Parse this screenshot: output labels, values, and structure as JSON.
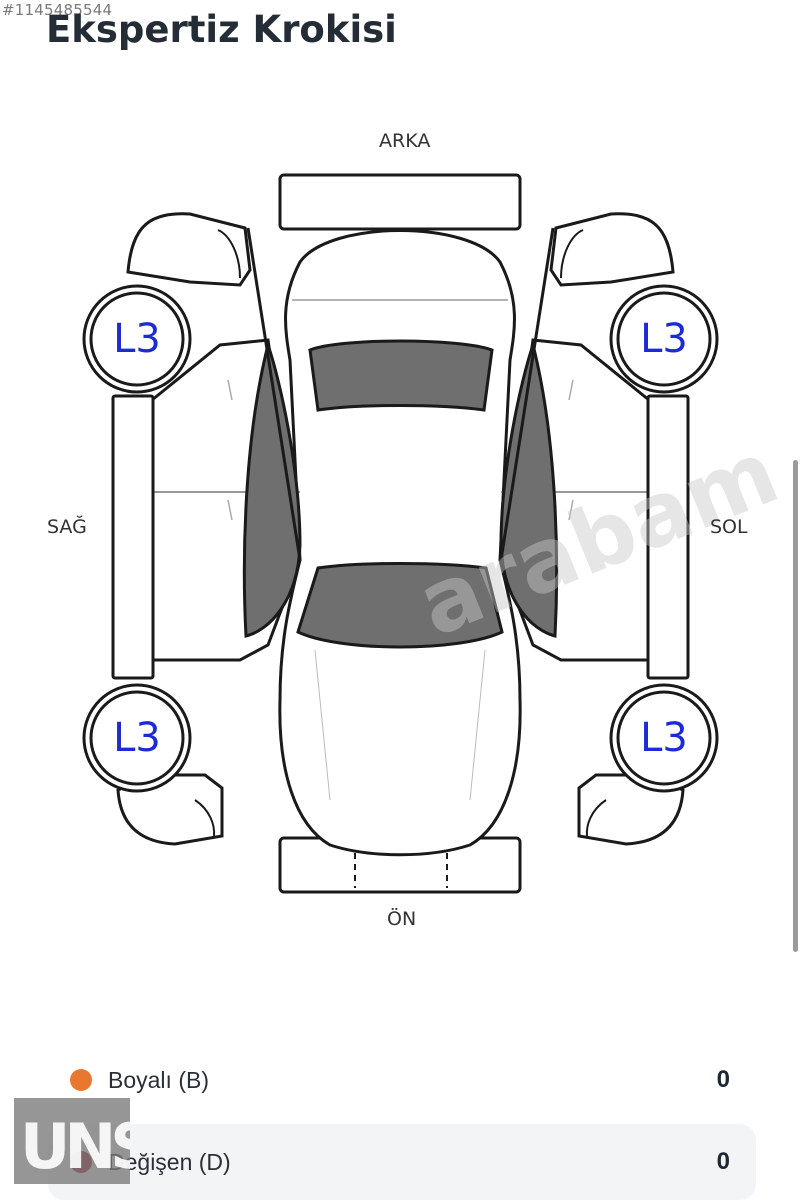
{
  "listing_id": "#1145485544",
  "title": "Ekspertiz Krokisi",
  "directions": {
    "top": "ARKA",
    "bottom": "ÖN",
    "left": "SAĞ",
    "right": "SOL"
  },
  "tires": {
    "rear_right": "L3",
    "rear_left": "L3",
    "front_right": "L3",
    "front_left": "L3"
  },
  "legend": [
    {
      "label": "Boyalı (B)",
      "count": "0",
      "color": "#e8782e"
    },
    {
      "label": "Değişen (D)",
      "count": "0",
      "color": "#a11d2a"
    }
  ],
  "watermark": "arabam",
  "logo_text": "UNS"
}
